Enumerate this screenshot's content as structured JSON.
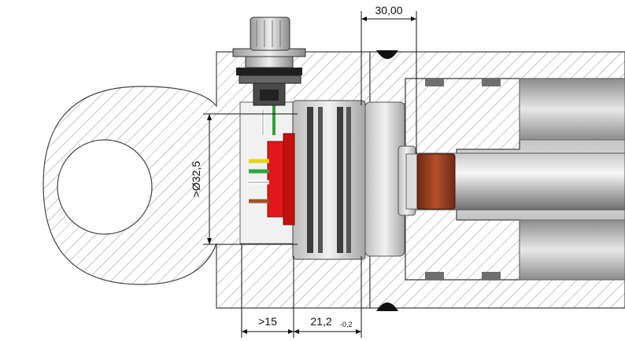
{
  "drawing": {
    "dimensions": {
      "top_length": "30,00",
      "diameter": ">Ø32,5",
      "bottom_left": ">15",
      "bottom_right_value": "21,2",
      "bottom_right_tolerance": "-0,2"
    },
    "colors": {
      "hatch": "#9a9a9a",
      "metal_light": "#e9e9e9",
      "metal_dark": "#8d8d8d",
      "connector_red": "#e01818",
      "seal_brown": "#8b3a1e",
      "wire_green": "#2fa43a",
      "wire_yellow": "#e8d21a",
      "weld_black": "#111111"
    }
  }
}
